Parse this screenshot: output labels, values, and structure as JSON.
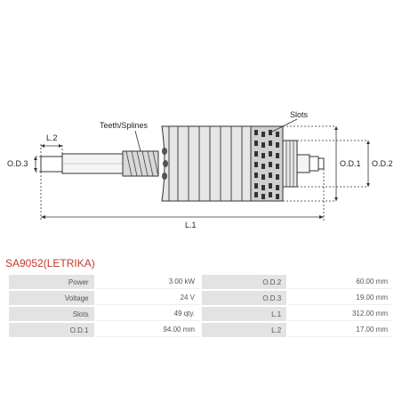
{
  "diagram": {
    "labels": {
      "teeth_splines": "Teeth/Splines",
      "slots": "Slots",
      "l2": "L.2",
      "od3": "O.D.3",
      "od1": "O.D.1",
      "od2": "O.D.2",
      "l1": "L.1"
    }
  },
  "product": {
    "title": "SA9052(LETRIKA)"
  },
  "specs": [
    {
      "label": "Power",
      "value": "3.00 kW",
      "label2": "O.D.2",
      "value2": "60.00 mm"
    },
    {
      "label": "Voltage",
      "value": "24 V",
      "label2": "O.D.3",
      "value2": "19.00 mm"
    },
    {
      "label": "Slots",
      "value": "49 qty.",
      "label2": "L.1",
      "value2": "312.00 mm"
    },
    {
      "label": "O.D.1",
      "value": "94.00 mm",
      "label2": "L.2",
      "value2": "17.00 mm"
    }
  ]
}
